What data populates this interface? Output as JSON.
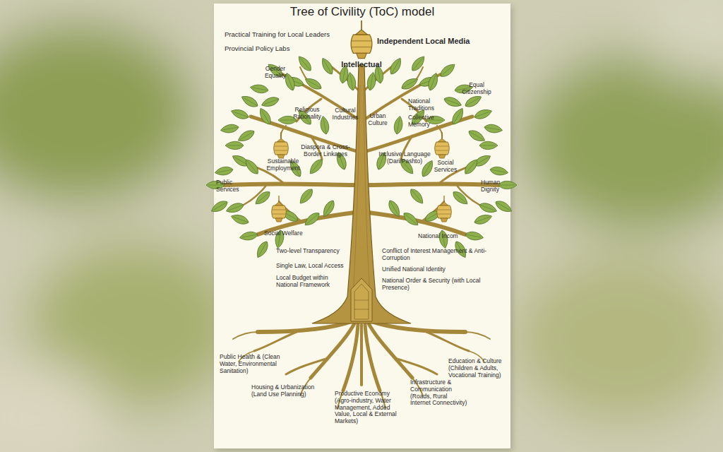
{
  "diagram": {
    "title": "Tree of Civility (ToC) model",
    "labels": [
      "Practical Training for Local Leaders",
      "Provincial Policy Labs",
      "Independent Local Media",
      "Intellectual",
      "Gender Equality",
      "Equal Citizenship",
      "Religious Rationality",
      "Cultural Industries",
      "Urban Culture",
      "National Traditions",
      "Collective Memory",
      "Diaspora & Cross-Border Linkages",
      "Inclusive Language (Dari/Pashto)",
      "Sustainable Employment",
      "Social Services",
      "Public Services",
      "Human Dignity",
      "Social Welfare",
      "National Incom",
      "Two-level Transparency",
      "Conflict of Interest Management & Anti-Corruption",
      "Single Law, Local Access",
      "Unified National Identity",
      "Local Budget within National Framework",
      "National Order & Security (with Local Presence)",
      "Public Health & (Clean Water, Environmental Sanitation)",
      "Education & Culture (Children & Adults, Vocational Training)",
      "Housing & Urbanization (Land Use Planning)",
      "Infrastructure & Communication (Roads, Rural Internet Connectivity)",
      "Productive Economy (Agro-industry, Water Management, Added Value, Local & External Markets)"
    ]
  }
}
